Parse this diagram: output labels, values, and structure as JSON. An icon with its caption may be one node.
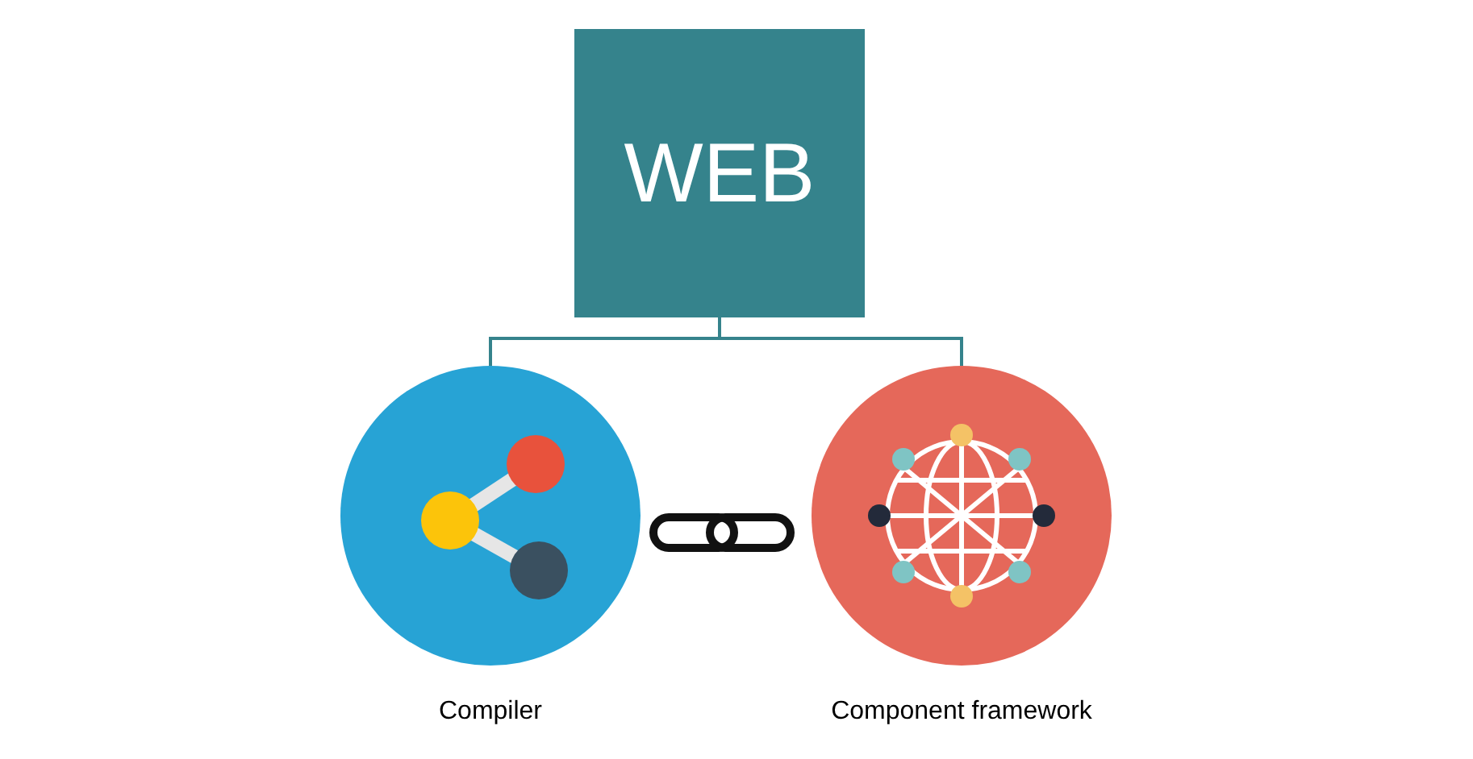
{
  "diagram": {
    "nodes": [
      {
        "text": [
          "WEB"
        ]
      },
      {
        "text": [
          "Compiler"
        ]
      },
      {
        "text": [
          "Component framework"
        ]
      }
    ],
    "edges": [
      {
        "from": 0,
        "to": 1,
        "arrow": "none"
      },
      {
        "from": 0,
        "to": 2,
        "arrow": "none"
      }
    ]
  }
}
